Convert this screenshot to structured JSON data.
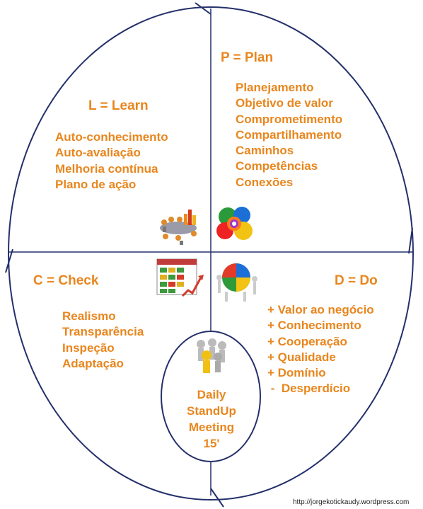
{
  "quadrants": {
    "learn": {
      "title": "L = Learn",
      "items": [
        "Auto-conhecimento",
        "Auto-avaliação",
        "Melhoria contínua",
        "Plano de ação"
      ]
    },
    "plan": {
      "title": "P = Plan",
      "items": [
        "Planejamento",
        "Objetivo de valor",
        "Comprometimento",
        "Compartilhamento",
        "Caminhos",
        "Competências",
        "Conexões"
      ]
    },
    "check": {
      "title": "C = Check",
      "items": [
        "Realismo",
        "Transparência",
        "Inspeção",
        "Adaptação"
      ]
    },
    "do": {
      "title": "D = Do",
      "items": [
        "+ Valor ao negócio",
        "+ Conhecimento",
        "+ Cooperação",
        "+ Qualidade",
        "+ Domínio",
        " -  Desperdício"
      ]
    }
  },
  "center": {
    "lines": [
      "Daily",
      "StandUp",
      "Meeting",
      "15'"
    ]
  },
  "credit": "http://jorgekotickaudy.wordpress.com",
  "colors": {
    "text": "#E8861E",
    "lines": "#24306B"
  },
  "icons": [
    "meeting-table-icon",
    "gears-people-icon",
    "checklist-chart-icon",
    "puzzle-people-icon",
    "standup-group-icon"
  ]
}
